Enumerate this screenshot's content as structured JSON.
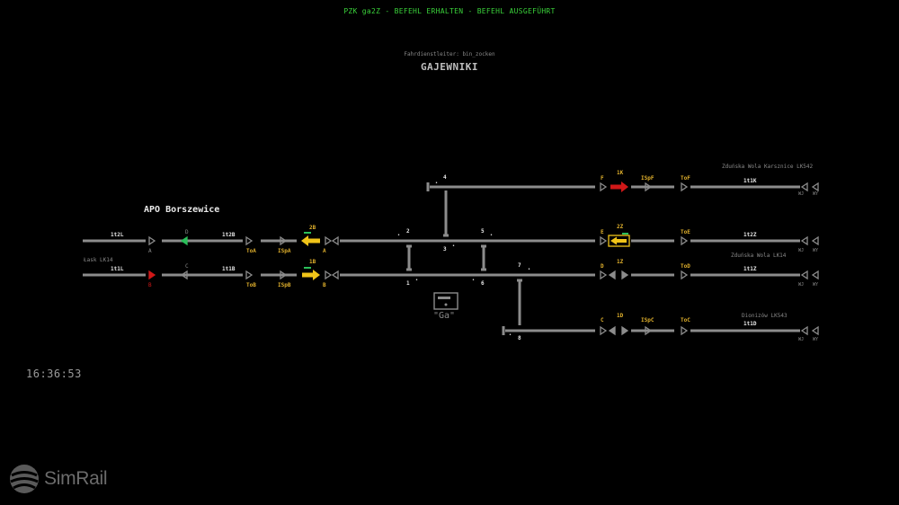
{
  "status_message": "PZK ga2Z - BEFEHL ERHALTEN - BEFEHL AUSGEFÜHRT",
  "dispatcher": "Fahrdienstleiter: bin_zocken",
  "station_name": "GAJEWNIKI",
  "apo_label": "APO Borszewice",
  "clock": "16:36:53",
  "logo_text": "SimRail",
  "panel_label": "\"Ga\"",
  "colors": {
    "background": "#000000",
    "track": "#8c8c8c",
    "label": "#e6e6e6",
    "label_yellow": "#e0b02c",
    "label_dim": "#8a8a8a",
    "signal_green": "#2bbf5a",
    "signal_red": "#d01818",
    "route_yellow": "#f0c419",
    "status_green": "#3ad13a"
  },
  "line_names": {
    "lask": "Łask LK14",
    "zdunska_karsznice": "Zduńska Wola Karsznice LK542",
    "zdunska": "Zduńska Wola LK14",
    "dionizow": "Dionizów LK543"
  },
  "block_labels": {
    "1t2L": "1t2L",
    "1t1L": "1t1L",
    "1t2B": "1t2B",
    "1t1B": "1t1B",
    "1t1K": "1t1K",
    "1t2Z": "1t2Z",
    "1t1Z": "1t1Z",
    "1t1D": "1t1D"
  },
  "signal_labels": {
    "A_apo": "A",
    "B_apo": "B",
    "D_apo": "D",
    "C_apo": "C",
    "ToA": "ToA",
    "ToB": "ToB",
    "ISpA": "ISpA",
    "ISpB": "ISpB",
    "2B": "2B",
    "1B": "1B",
    "A": "A",
    "B": "B",
    "F": "F",
    "1K": "1K",
    "ISpF": "ISpF",
    "ToF": "ToF",
    "E": "E",
    "2Z": "2Z",
    "ToE": "ToE",
    "D": "D",
    "1Z": "1Z",
    "ToD": "ToD",
    "C": "C",
    "1D": "1D",
    "ISpC": "ISpC",
    "ToC": "ToC",
    "WJ": "WJ",
    "WY": "WY"
  },
  "switch_labels": {
    "s1": "1",
    "s2": "2",
    "s3": "3",
    "s4": "4",
    "s5": "5",
    "s6": "6",
    "s7": "7",
    "s8": "8"
  },
  "icons": {
    "logo": "simrail-logo-icon",
    "panel": "control-panel-icon"
  }
}
